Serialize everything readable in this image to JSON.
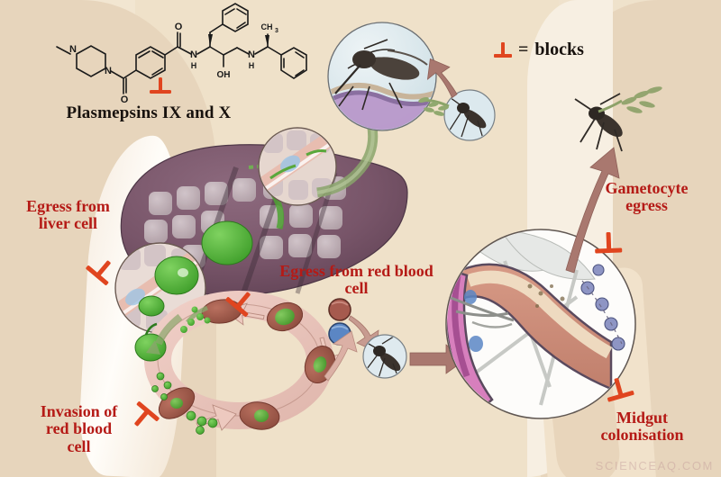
{
  "figure": {
    "title": "Malaria parasite life cycle with plasmepsin IX and X inhibition points",
    "background_color": "#efe1c9",
    "accent_red": "#b51a16",
    "symbol_red": "#e0451f"
  },
  "legend": {
    "symbol_name": "perpendicular-blocks-symbol",
    "equals": "=",
    "label": "blocks"
  },
  "compound": {
    "name_label": "Plasmepsins IX and X",
    "atoms": [
      {
        "id": "n-methyl",
        "text": "N"
      },
      {
        "id": "piperazine-n2",
        "text": "N"
      },
      {
        "id": "ketone-o1",
        "text": "O"
      },
      {
        "id": "amide-o",
        "text": "O"
      },
      {
        "id": "amide-n",
        "text": "N"
      },
      {
        "id": "amide-nh",
        "text": "H"
      },
      {
        "id": "hydroxyl",
        "text": "OH"
      },
      {
        "id": "amine-n",
        "text": "N"
      },
      {
        "id": "amine-nh",
        "text": "H"
      },
      {
        "id": "methyl",
        "text": "CH"
      },
      {
        "id": "methyl-sub",
        "text": "3"
      }
    ]
  },
  "labels": {
    "egress_liver": "Egress from\nliver cell",
    "invasion_rbc": "Invasion of\nred blood\ncell",
    "egress_rbc": "Egress from red blood\ncell",
    "gametocyte_egress": "Gametocyte\negress",
    "midgut_colonisation": "Midgut\ncolonisation"
  },
  "scene": {
    "human_body": "human-torso-silhouette",
    "liver": {
      "name": "liver-organ",
      "color": "#7a5a6e",
      "hepatocyte_color": "#c9bcc1",
      "parasite_color": "#55b83a"
    },
    "blood_cycle": {
      "name": "erythrocytic-cycle-ring",
      "arrow_color": "#e8c3bb",
      "rbc_color": "#a0594b",
      "parasite_color": "#58b83c"
    },
    "gametocytes": [
      {
        "name": "gametocyte-male",
        "color": "#a65a4e"
      },
      {
        "name": "gametocyte-female",
        "color": "#5b86c4"
      }
    ],
    "insets": [
      {
        "name": "mosquito-biting-inset",
        "contents": "mosquito-feeding-on-skin"
      },
      {
        "name": "mosquito-small-inset",
        "contents": "mosquito-with-sporozoites"
      },
      {
        "name": "liver-sinusoid-inset-top",
        "contents": "sporozoite-in-sinusoid"
      },
      {
        "name": "liver-sinusoid-inset-bottom",
        "contents": "merosome-release"
      },
      {
        "name": "mosquito-midgut-inset",
        "contents": "midgut-oocyst-colonisation"
      },
      {
        "name": "mosquito-ingestion-inset",
        "contents": "mosquito-taking-blood-meal"
      }
    ],
    "arrows": [
      {
        "name": "arrow-to-mosquito-bite",
        "color": "#ad7d74"
      },
      {
        "name": "arrow-gametocyte-to-mosquito",
        "color": "#ad7d74"
      },
      {
        "name": "arrow-to-midgut",
        "color": "#ad7d74"
      },
      {
        "name": "arrow-rbc-to-mosquito",
        "color": "#d8b2a7"
      }
    ],
    "inhibition_marks": [
      {
        "name": "inhibition-egress-liver"
      },
      {
        "name": "inhibition-invasion-rbc"
      },
      {
        "name": "inhibition-egress-rbc"
      },
      {
        "name": "inhibition-gametocyte-egress"
      },
      {
        "name": "inhibition-midgut-colonisation"
      },
      {
        "name": "inhibition-compound"
      }
    ]
  },
  "watermark": {
    "text": "SCIENCEAQ.COM"
  }
}
